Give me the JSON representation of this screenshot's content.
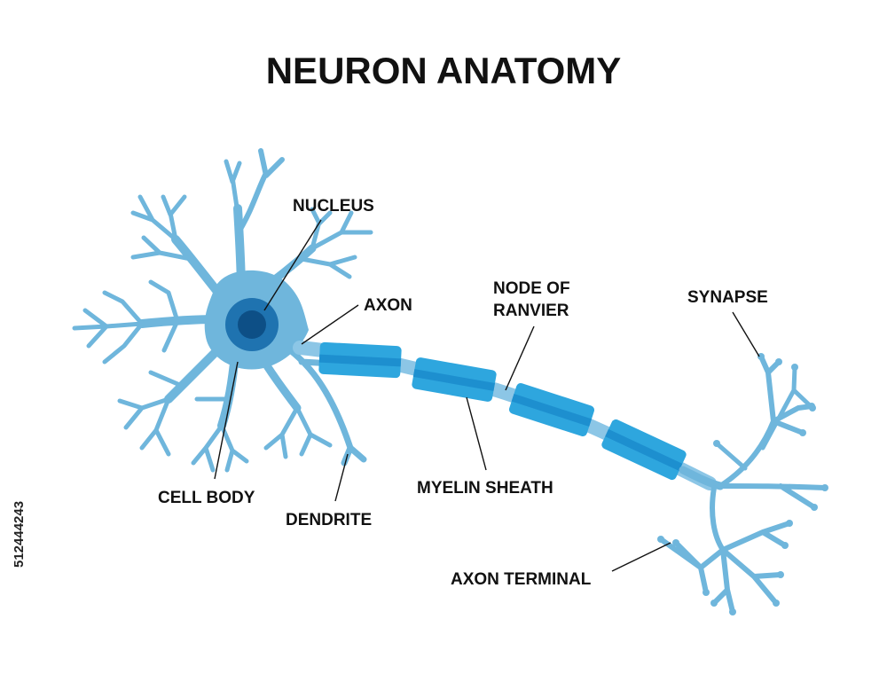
{
  "title": "NEURON ANATOMY",
  "labels": {
    "nucleus": "NUCLEUS",
    "axon": "AXON",
    "node_line1": "NODE OF",
    "node_line2": "RANVIER",
    "synapse": "SYNAPSE",
    "cell_body": "CELL BODY",
    "dendrite": "DENDRITE",
    "myelin_sheath": "MYELIN SHEATH",
    "axon_terminal": "AXON TERMINAL"
  },
  "watermark": "512444243",
  "colors": {
    "neuron": "#6fb6dc",
    "nucleus_outer": "#1f73b0",
    "nucleus_inner": "#0d4f86",
    "myelin": "#2ea6de",
    "myelin_band": "#1d8fcf",
    "text": "#111111"
  }
}
